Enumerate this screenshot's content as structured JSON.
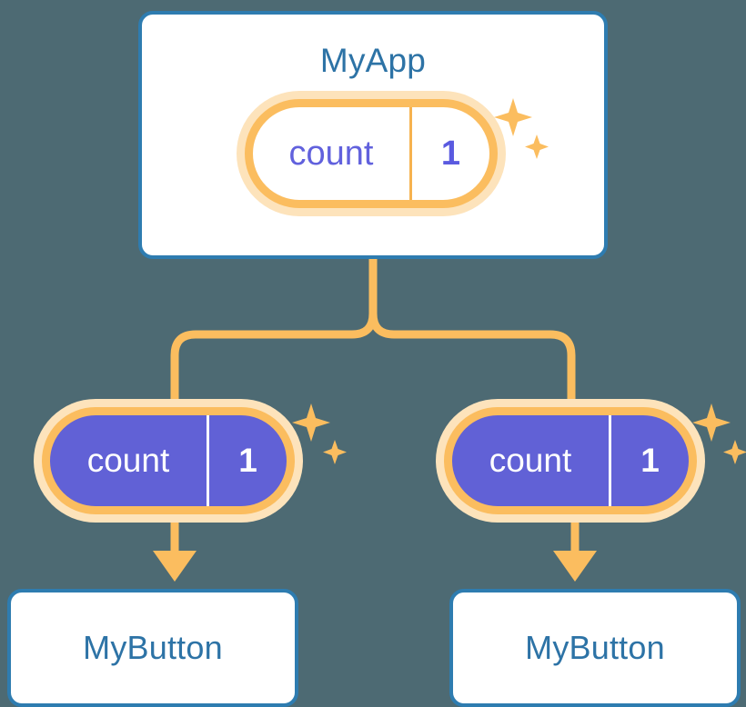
{
  "diagram": {
    "title_text": "MyApp",
    "background_color": "#4d6a73",
    "accent_orange": "#fbbd5f",
    "accent_orange_soft": "#fde3bb",
    "accent_blue": "#2e7cb0",
    "accent_purple": "#6161d6",
    "card_fill": "#ffffff"
  },
  "app_card": {
    "title": "MyApp",
    "state": {
      "key": "count",
      "value": "1"
    },
    "sparkle_name": "sparkle-icon"
  },
  "children": [
    {
      "id": "left",
      "state": {
        "key": "count",
        "value": "1"
      },
      "card_title": "MyButton",
      "sparkle_name": "sparkle-icon"
    },
    {
      "id": "right",
      "state": {
        "key": "count",
        "value": "1"
      },
      "card_title": "MyButton",
      "sparkle_name": "sparkle-icon"
    }
  ],
  "connectors": {
    "trunk_name": "trunk-line",
    "branch_left_name": "branch-line-left",
    "branch_right_name": "branch-line-right",
    "arrow_left_name": "arrow-down-left",
    "arrow_right_name": "arrow-down-right"
  }
}
